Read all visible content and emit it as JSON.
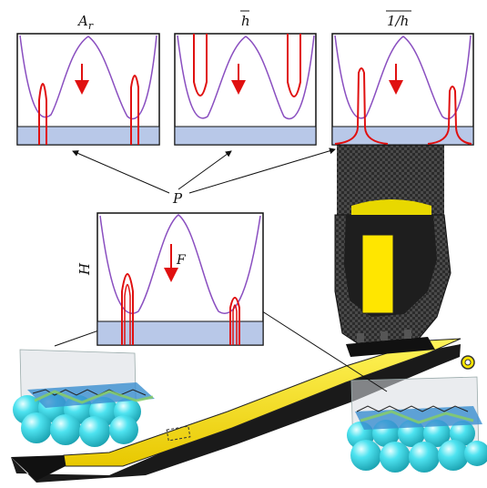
{
  "labels": {
    "panel_a": "A",
    "panel_a_sub": "r",
    "panel_b": "h",
    "panel_c": "1/h",
    "combiner": "P",
    "main_axis": "H",
    "force": "F"
  },
  "colors": {
    "curve": "#8a4fc0",
    "peak": "#e01010",
    "substrate": "#b8c8e8",
    "ski_yellow": "#ffe600",
    "carbon": "#3a3a3a",
    "sphere": "#33d6e6"
  },
  "icons": {
    "force_arrow": "down-arrow-icon",
    "prosthetic": "prosthetic-foot-icon",
    "sphere_array": "sphere-array-icon"
  }
}
